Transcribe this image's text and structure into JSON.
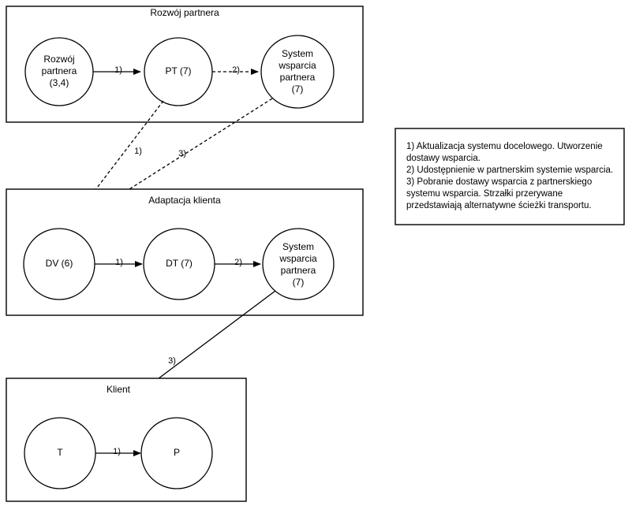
{
  "diagram": {
    "groups": [
      {
        "id": "rozwoj-partnera",
        "title": "Rozwój partnera",
        "nodes": [
          {
            "id": "rozwoj-partnera-node",
            "lines": [
              "Rozwój",
              "partnera",
              "(3,4)"
            ]
          },
          {
            "id": "pt",
            "lines": [
              "PT (7)"
            ]
          },
          {
            "id": "system-wsparcia-partnera-top",
            "lines": [
              "System",
              "wsparcia",
              "partnera",
              "(7)"
            ]
          }
        ]
      },
      {
        "id": "adaptacja-klienta",
        "title": "Adaptacja klienta",
        "nodes": [
          {
            "id": "dv",
            "lines": [
              "DV (6)"
            ]
          },
          {
            "id": "dt",
            "lines": [
              "DT (7)"
            ]
          },
          {
            "id": "system-wsparcia-partnera-mid",
            "lines": [
              "System",
              "wsparcia",
              "partnera",
              "(7)"
            ]
          }
        ]
      },
      {
        "id": "klient",
        "title": "Klient",
        "nodes": [
          {
            "id": "t",
            "lines": [
              "T"
            ]
          },
          {
            "id": "p",
            "lines": [
              "P"
            ]
          }
        ]
      }
    ],
    "edges": [
      {
        "id": "rozwoj-to-pt",
        "label": "1)",
        "style": "solid"
      },
      {
        "id": "pt-to-system-top",
        "label": "2)",
        "style": "dashed"
      },
      {
        "id": "pt-to-dv",
        "label": "1)",
        "style": "dashed"
      },
      {
        "id": "system-top-to-dv",
        "label": "3)",
        "style": "dashed"
      },
      {
        "id": "dv-to-dt",
        "label": "1)",
        "style": "solid"
      },
      {
        "id": "dt-to-system-mid",
        "label": "2)",
        "style": "solid"
      },
      {
        "id": "system-mid-to-t",
        "label": "3)",
        "style": "solid"
      },
      {
        "id": "t-to-p",
        "label": "1)",
        "style": "solid"
      }
    ]
  },
  "legend": {
    "lines": [
      "1) Aktualizacja systemu docelowego. Utworzenie",
      "dostawy wsparcia.",
      "2) Udostępnienie w partnerskim systemie wsparcia.",
      "3) Pobranie dostawy wsparcia z partnerskiego",
      "systemu wsparcia. Strzałki przerywane",
      "przedstawiają alternatywne ścieżki transportu."
    ]
  },
  "colors": {
    "stroke": "#000000",
    "background": "#ffffff",
    "text": "#000000"
  }
}
